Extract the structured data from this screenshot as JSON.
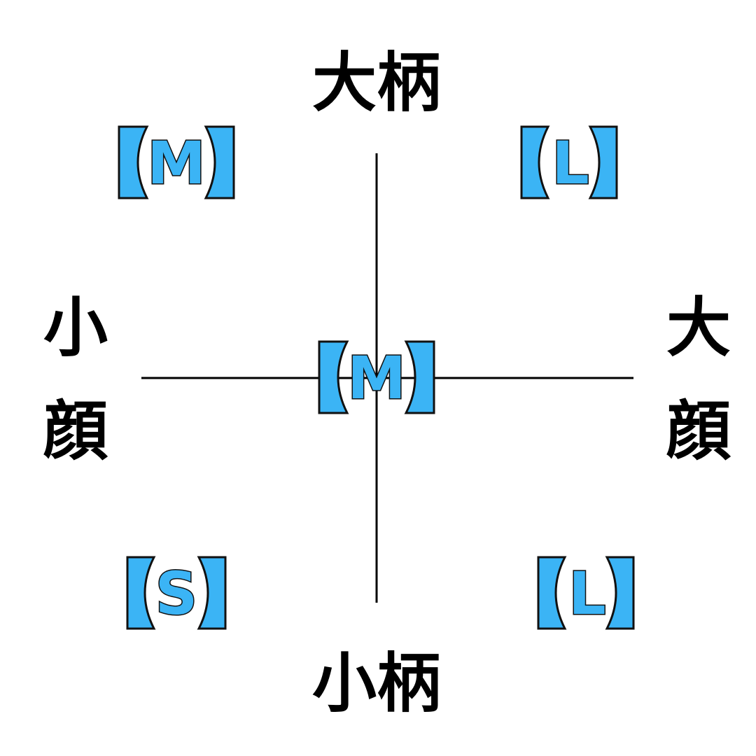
{
  "colors": {
    "accent": "#3bb4f5",
    "outline": "#111111",
    "axis": "#000000",
    "background": "#ffffff"
  },
  "axes": {
    "top_label": "大柄",
    "bottom_label": "小柄",
    "left_label_chars": [
      "小",
      "顔"
    ],
    "right_label_chars": [
      "大",
      "顔"
    ]
  },
  "quadrants": {
    "top_left": "M",
    "top_right": "L",
    "center": "M",
    "bottom_left": "S",
    "bottom_right": "L"
  }
}
